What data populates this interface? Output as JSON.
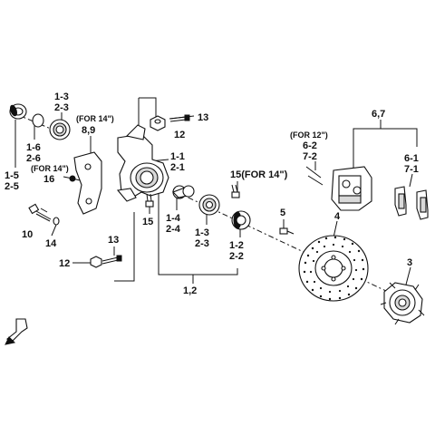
{
  "callouts": {
    "c1_3_2_3_a": [
      "1-3",
      "2-3"
    ],
    "c1_6_2_6": [
      "1-6",
      "2-6"
    ],
    "c1_5_2_5": [
      "1-5",
      "2-5"
    ],
    "for14_a": "(FOR 14\")",
    "c8_9": "8,9",
    "for14_b": "(FOR 14\")",
    "c16": "16",
    "c10": "10",
    "c14": "14",
    "c13_a": "13",
    "c12_a": "12",
    "c1_1_2_1": [
      "1-1",
      "2-1"
    ],
    "c15_for14": "15(FOR 14\")",
    "c15": "15",
    "c1_4_2_4": [
      "1-4",
      "2-4"
    ],
    "c1_3_2_3_b": [
      "1-3",
      "2-3"
    ],
    "c1_2_2_2": [
      "1-2",
      "2-2"
    ],
    "c1_2": "1,2",
    "c13_b": "13",
    "c12_b": "12",
    "c5": "5",
    "c4": "4",
    "c3": "3",
    "for12": "(FOR 12\")",
    "c6_2_7_2": [
      "6-2",
      "7-2"
    ],
    "c6_7": "6,7",
    "c6_1_7_1": [
      "6-1",
      "7-1"
    ]
  },
  "icons": {
    "arrow": "front-direction-arrow-icon"
  }
}
